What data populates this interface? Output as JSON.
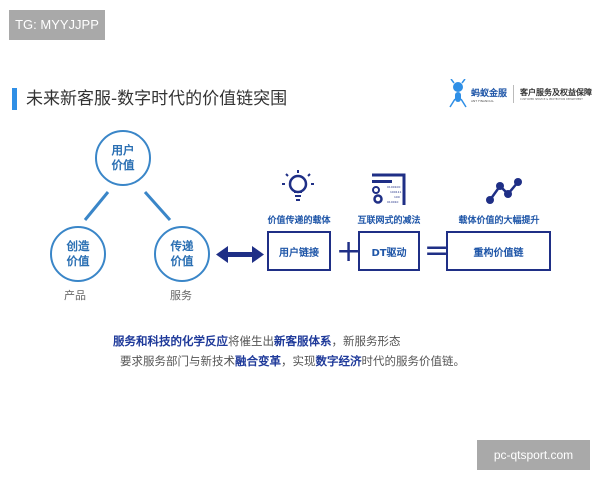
{
  "badge": "TG: MYYJJPP",
  "title": "未来新客服-数字时代的价值链突围",
  "logo": {
    "brand": "蚂蚁金服",
    "brand_en": "ANT FINANCIAL",
    "dept": "客户服务及权益保障",
    "dept_en": "CUSTOMER SERVICE & PROTECTION DEPARTMENT"
  },
  "diagram": {
    "top": [
      "用户",
      "价值"
    ],
    "left": [
      "创造",
      "价值"
    ],
    "right": [
      "传递",
      "价值"
    ],
    "left_caption": "产品",
    "right_caption": "服务"
  },
  "equation": {
    "items": [
      {
        "label": "价值传递的载体",
        "box": "用户链接",
        "icon": "lightbulb-icon"
      },
      {
        "label": "互联网式的减法",
        "box": "DT驱动",
        "icon": "data-gear-icon"
      },
      {
        "label": "载体价值的大幅提升",
        "box": "重构价值链",
        "icon": "growth-chart-icon"
      }
    ],
    "plus": "+",
    "equals": "=",
    "binary": [
      "0100100",
      "100111",
      "100",
      "010010"
    ]
  },
  "text": {
    "l1": [
      {
        "t": "服务和科技的化学反应",
        "b": true
      },
      {
        "t": "将催生出",
        "b": false
      },
      {
        "t": "新客服体系",
        "b": true
      },
      {
        "t": "，新服务形态",
        "b": false
      }
    ],
    "l2": [
      {
        "t": "要求服务部门与新技术",
        "b": false
      },
      {
        "t": "融合变革",
        "b": true
      },
      {
        "t": "，实现",
        "b": false
      },
      {
        "t": "数字经济",
        "b": true
      },
      {
        "t": "时代的服务价值链。",
        "b": false
      }
    ]
  },
  "watermark": "pc-qtsport.com",
  "colors": {
    "accent": "#2f8fe6",
    "navy": "#1f2f86",
    "circle": "#3a86c8"
  }
}
